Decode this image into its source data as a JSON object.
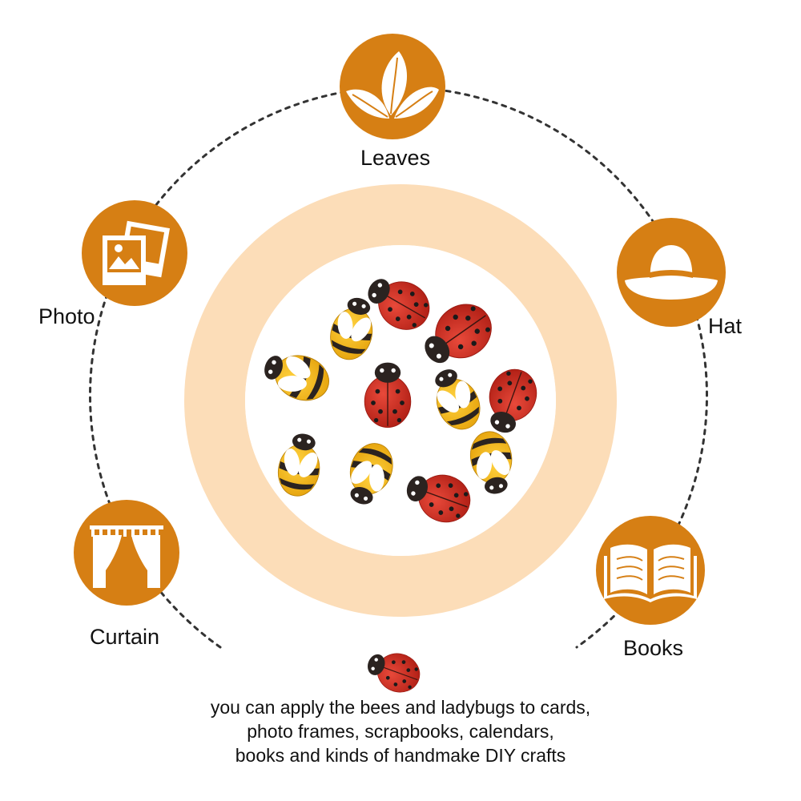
{
  "applications": [
    {
      "id": "leaves",
      "label": "Leaves",
      "icon": "leaves-icon"
    },
    {
      "id": "hat",
      "label": "Hat",
      "icon": "hat-icon"
    },
    {
      "id": "photo",
      "label": "Photo",
      "icon": "photo-icon"
    },
    {
      "id": "curtain",
      "label": "Curtain",
      "icon": "curtain-icon"
    },
    {
      "id": "books",
      "label": "Books",
      "icon": "book-icon"
    }
  ],
  "caption": {
    "line1": "you can apply the bees and ladybugs to cards,",
    "line2": "photo frames, scrapbooks, calendars,",
    "line3": "books and kinds of handmake DIY crafts"
  },
  "colors": {
    "accent": "#D67F14",
    "ring": "#FCDDB8",
    "ladybug_red": "#C8281C",
    "bee_yellow": "#F2B216",
    "dark": "#2B2320"
  }
}
